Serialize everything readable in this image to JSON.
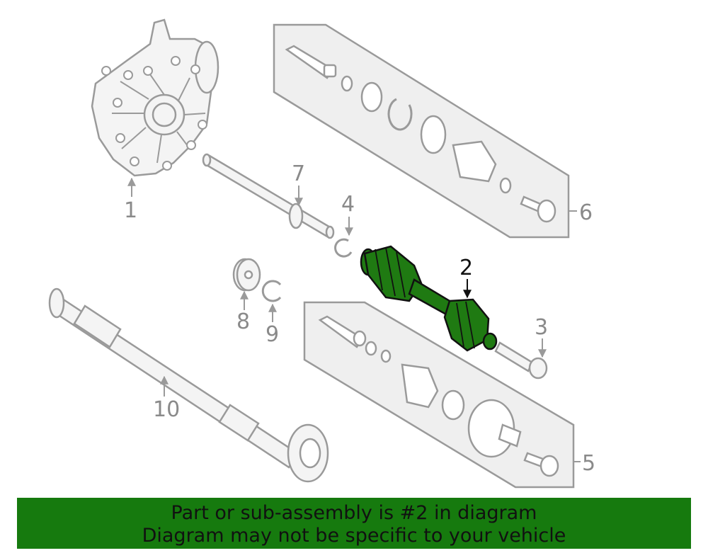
{
  "callouts": {
    "c1": "1",
    "c2": "2",
    "c3": "3",
    "c4": "4",
    "c5": "5",
    "c6": "6",
    "c7": "7",
    "c8": "8",
    "c9": "9",
    "c10": "10"
  },
  "highlight_part": "2",
  "colors": {
    "highlight": "#1f7a12",
    "line": "#9a9a9a",
    "fill": "#f2f2f2",
    "banner": "#167a0e"
  },
  "banner": {
    "line1": "Part or sub-assembly is #2 in diagram",
    "line2": "Diagram may not be specific to your vehicle"
  }
}
